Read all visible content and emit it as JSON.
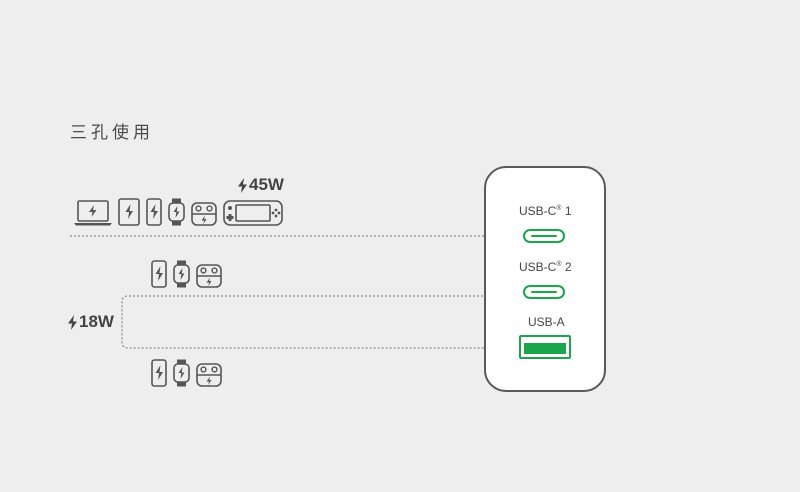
{
  "title": "三孔使用",
  "power": {
    "top": "45W",
    "side": "18W"
  },
  "ports": {
    "c1": "USB-C",
    "c1_num": "1",
    "c2": "USB-C",
    "c2_num": "2",
    "a": "USB-A",
    "reg": "®"
  },
  "devices": {
    "row1": [
      "laptop-icon",
      "tablet-icon",
      "phone-icon",
      "watch-icon",
      "earbuds-icon",
      "game-console-icon"
    ],
    "row2": [
      "phone-icon",
      "watch-icon",
      "earbuds-icon"
    ],
    "row3": [
      "phone-icon",
      "watch-icon",
      "earbuds-icon"
    ]
  },
  "colors": {
    "accent": "#1aa64a",
    "line": "#777777",
    "icon": "#555555"
  }
}
